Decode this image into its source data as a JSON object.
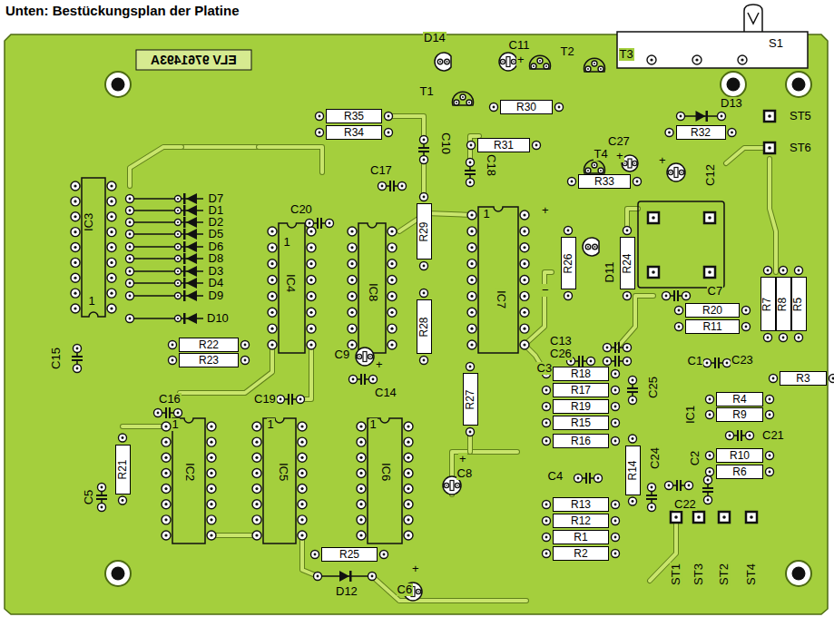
{
  "diagram": {
    "title": "Unten: Bestückungsplan der Platine",
    "nodes": [
      {
        "text": [
          "R35"
        ]
      },
      {
        "text": [
          "R34"
        ]
      },
      {
        "text": [
          "R30"
        ]
      },
      {
        "text": [
          "R31"
        ]
      },
      {
        "text": [
          "R32"
        ]
      },
      {
        "text": [
          "R33"
        ]
      },
      {
        "text": [
          "R29"
        ]
      },
      {
        "text": [
          "R26"
        ]
      },
      {
        "text": [
          "R24"
        ]
      },
      {
        "text": [
          "R7"
        ]
      },
      {
        "text": [
          "R8"
        ]
      },
      {
        "text": [
          "R5"
        ]
      },
      {
        "text": [
          "R20"
        ]
      },
      {
        "text": [
          "R28"
        ]
      },
      {
        "text": [
          "R11"
        ]
      },
      {
        "text": [
          "R22"
        ]
      },
      {
        "text": [
          "R23"
        ]
      },
      {
        "text": [
          "R18"
        ]
      },
      {
        "text": [
          "R3"
        ]
      },
      {
        "text": [
          "R17"
        ]
      },
      {
        "text": [
          "R27"
        ]
      },
      {
        "text": [
          "R4"
        ]
      },
      {
        "text": [
          "R19"
        ]
      },
      {
        "text": [
          "R9"
        ]
      },
      {
        "text": [
          "R15"
        ]
      },
      {
        "text": [
          "R16"
        ]
      },
      {
        "text": [
          "R10"
        ]
      },
      {
        "text": [
          "R21"
        ]
      },
      {
        "text": [
          "R14"
        ]
      },
      {
        "text": [
          "R6"
        ]
      },
      {
        "text": [
          "R13"
        ]
      },
      {
        "text": [
          "R12"
        ]
      },
      {
        "text": [
          "R1"
        ]
      },
      {
        "text": [
          "R2"
        ]
      },
      {
        "text": [
          "R25"
        ]
      }
    ],
    "labels": [
      "ELV 9761493A",
      "C11",
      "D14",
      "T2",
      "T3",
      "T1",
      "S1",
      "D13",
      "ST5",
      "ST6",
      "C27",
      "T4",
      "C12",
      "C10",
      "C17",
      "C18",
      "C20",
      "D7",
      "D1",
      "D2",
      "D5",
      "D6",
      "D8",
      "D3",
      "D4",
      "D9",
      "D10",
      "IC3",
      "1",
      "IC4",
      "1",
      "IC8",
      "IC7",
      "1",
      "+",
      "−",
      "D11",
      "C7",
      "C13",
      "C26",
      "C3",
      "C23",
      "C1",
      "IC1",
      "C25",
      "C24",
      "C2",
      "C21",
      "C22",
      "C4",
      "ST1",
      "ST3",
      "ST2",
      "ST4",
      "C15",
      "C16",
      "C19",
      "C9",
      "+",
      "C14",
      "IC2",
      "1",
      "IC5",
      "1",
      "IC6",
      "1",
      "C5",
      "C8",
      "+",
      "D12",
      "C6",
      "+",
      "+",
      "+",
      "+"
    ]
  }
}
